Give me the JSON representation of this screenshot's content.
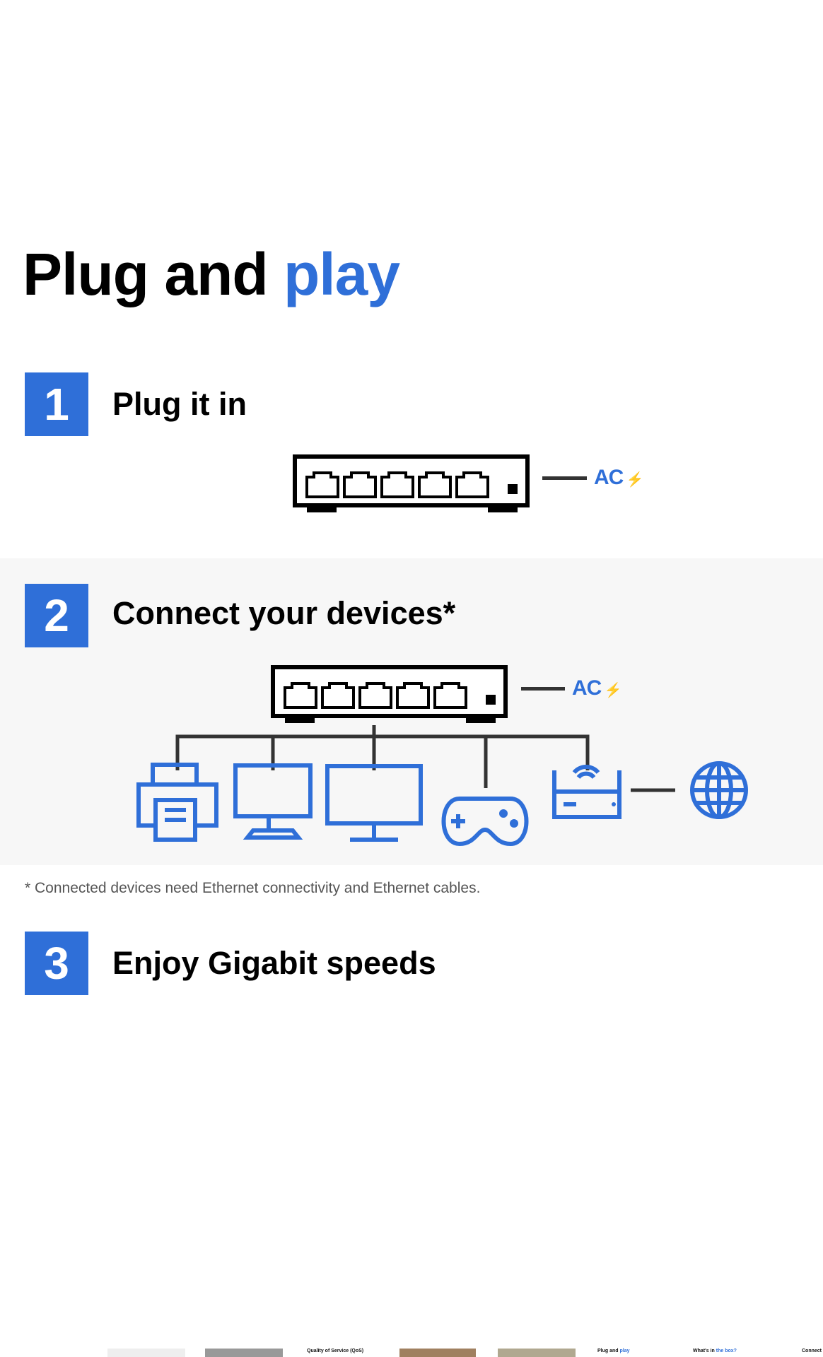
{
  "heading": {
    "part1": "Plug and ",
    "part2": "play"
  },
  "steps": [
    {
      "number": "1",
      "label": "Plug it in"
    },
    {
      "number": "2",
      "label": "Connect your devices*"
    },
    {
      "number": "3",
      "label": "Enjoy Gigabit speeds"
    }
  ],
  "power_label": "AC",
  "footnote": "* Connected devices need Ethernet connectivity and Ethernet cables.",
  "thumbnails": [
    {
      "label": "Quality of Service (QoS)"
    },
    {
      "label_a": "Plug and ",
      "label_b": "play"
    },
    {
      "label_a": "What's in ",
      "label_b": "the box?"
    },
    {
      "label": "Connect"
    }
  ],
  "colors": {
    "accent": "#2f6fd8",
    "band": "#f7f7f7"
  }
}
